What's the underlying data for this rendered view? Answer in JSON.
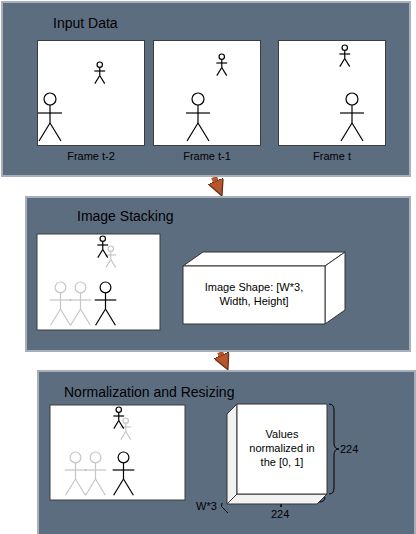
{
  "diagram": {
    "nodes": [
      {
        "text": [
          "Input Data"
        ]
      },
      {
        "text": [
          "Frame t-2"
        ],
        "in": 0
      },
      {
        "text": [
          "Frame t-1"
        ],
        "in": 0
      },
      {
        "text": [
          "Frame t"
        ],
        "in": 0
      },
      {
        "text": [
          "Image Stacking"
        ]
      },
      {
        "text": [
          "Image Shape: [W*3, Width, Height]"
        ],
        "in": 4
      },
      {
        "text": [
          "Normalization and Resizing"
        ]
      },
      {
        "text": [
          "Values normalized in the [0, 1]"
        ],
        "in": 6
      }
    ],
    "edges": [
      {
        "from": 0,
        "to": 4,
        "arrow": "to"
      },
      {
        "from": 4,
        "to": 6,
        "arrow": "to"
      }
    ],
    "labels": [
      "224",
      "W*3",
      "224"
    ]
  }
}
